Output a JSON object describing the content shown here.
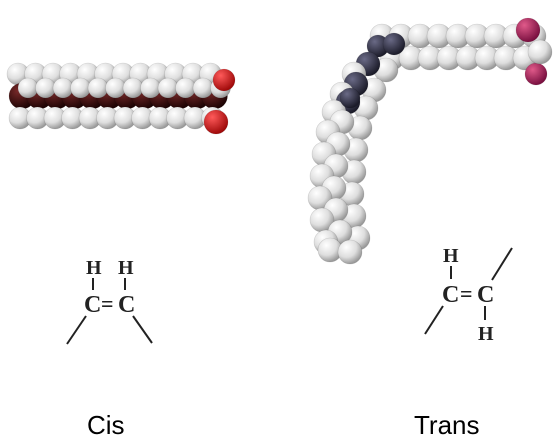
{
  "colors": {
    "hydrogen": "#e6e6e6",
    "carbon_cis": "#3a0a0a",
    "carbon_trans": "#34344a",
    "oxygen_cis": "#c81818",
    "oxygen_trans": "#b0205a",
    "bond": "#222222"
  },
  "cis": {
    "caption": "Cis",
    "formula": {
      "h1": "H",
      "h2": "H",
      "c1": "C",
      "bond": "=",
      "c2": "C"
    }
  },
  "trans": {
    "caption": "Trans",
    "formula": {
      "h1": "H",
      "c1": "C",
      "bond": "=",
      "c2": "C",
      "h2": "H"
    }
  }
}
